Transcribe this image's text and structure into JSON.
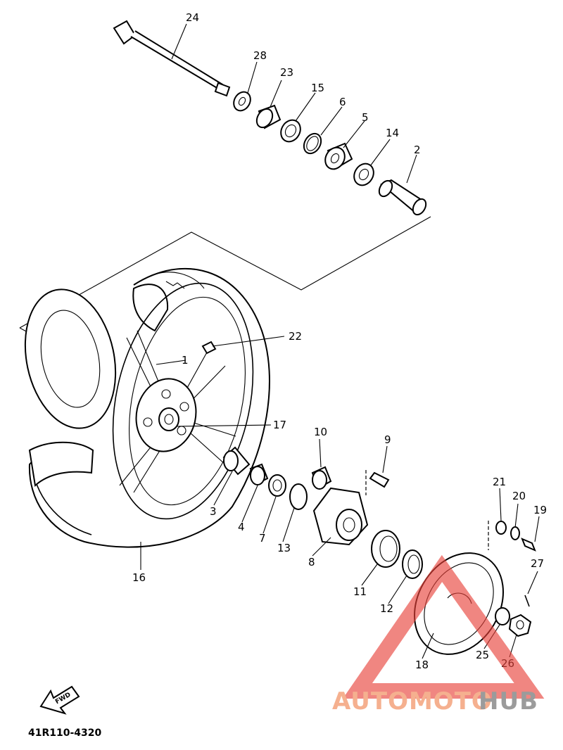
{
  "diagram": {
    "parts": [
      {
        "id": "24",
        "label": "24"
      },
      {
        "id": "28",
        "label": "28"
      },
      {
        "id": "23",
        "label": "23"
      },
      {
        "id": "15",
        "label": "15"
      },
      {
        "id": "6",
        "label": "6"
      },
      {
        "id": "5",
        "label": "5"
      },
      {
        "id": "14",
        "label": "14"
      },
      {
        "id": "2",
        "label": "2"
      },
      {
        "id": "22",
        "label": "22"
      },
      {
        "id": "1",
        "label": "1"
      },
      {
        "id": "17",
        "label": "17"
      },
      {
        "id": "10",
        "label": "10"
      },
      {
        "id": "9",
        "label": "9"
      },
      {
        "id": "21",
        "label": "21"
      },
      {
        "id": "20",
        "label": "20"
      },
      {
        "id": "19",
        "label": "19"
      },
      {
        "id": "27",
        "label": "27"
      },
      {
        "id": "3",
        "label": "3"
      },
      {
        "id": "4",
        "label": "4"
      },
      {
        "id": "7",
        "label": "7"
      },
      {
        "id": "13",
        "label": "13"
      },
      {
        "id": "8",
        "label": "8"
      },
      {
        "id": "11",
        "label": "11"
      },
      {
        "id": "12",
        "label": "12"
      },
      {
        "id": "16",
        "label": "16"
      },
      {
        "id": "18",
        "label": "18"
      },
      {
        "id": "25",
        "label": "25"
      },
      {
        "id": "26",
        "label": "26"
      }
    ],
    "direction_marker": "FWD",
    "part_code": "41R110-4320"
  },
  "watermark": {
    "word_1": "AUTOMOTO",
    "word_2": "HUB",
    "colors": {
      "primary": "#f4a37c",
      "secondary": "#8a8a8a",
      "triangle": "#e8413a"
    }
  }
}
